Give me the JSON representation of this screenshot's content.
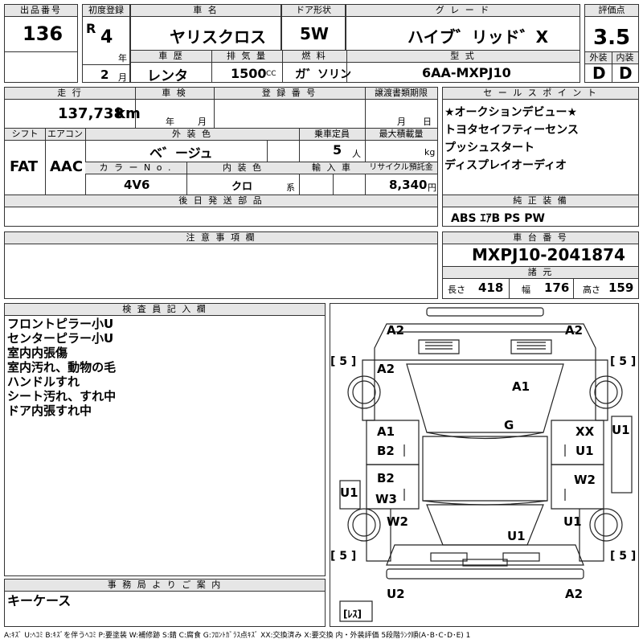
{
  "top": {
    "lot_label": "出品番号",
    "lot": "136",
    "first_reg_label": "初度登録",
    "era": "R",
    "year": "4",
    "year_unit": "年",
    "month": "2",
    "month_unit": "月",
    "name_label": "車 名",
    "name": "ヤリスクロス",
    "door_label": "ドア形状",
    "door": "5W",
    "grade_label": "グ レ ー ド",
    "grade": "ハイブ゛リッド゛X",
    "score_label": "評価点",
    "score": "3.5",
    "history_label": "車 歴",
    "history": "レンタ",
    "disp_label": "排 気 量",
    "disp": "1500",
    "disp_unit": "CC",
    "fuel_label": "燃 料",
    "fuel": "ガ゛ソリン",
    "model_label": "型 式",
    "model": "6AA-MXPJ10",
    "ext_label": "外装",
    "ext": "D",
    "int_label": "内装",
    "int": "D"
  },
  "row2": {
    "mileage_label": "走 行",
    "mileage": "137,738",
    "mileage_unit": "km",
    "inspect_label": "車 検",
    "inspect_year": "年",
    "inspect_month": "月",
    "regno_label": "登 録 番 号",
    "transfer_label": "譲渡書類期限",
    "transfer_month": "月",
    "transfer_day": "日",
    "shift_label": "シフト",
    "shift": "FAT",
    "ac_label": "エアコン",
    "ac": "AAC",
    "color_label": "外 装 色",
    "color": "ベ゛ージュ",
    "seats_label": "乗車定員",
    "seats": "5",
    "seats_unit": "人",
    "load_label": "最大積載量",
    "load_unit": "kg",
    "colorno_label": "カ ラ ー N o .",
    "colorno": "4V6",
    "intcolor_label": "内 装 色",
    "intcolor": "クロ",
    "intcolor_unit": "系",
    "import_label": "輸 入 車",
    "recycle_label": "リサイクル預託金",
    "recycle": "8,340",
    "recycle_unit": "円",
    "later_label": "後 日 発 送 部 品"
  },
  "sales": {
    "label": "セ ー ル ス ポ イ ン ト",
    "points": [
      "★オークションデビュー★",
      "トヨタセイフティーセンス",
      "プッシュスタート",
      "ディスプレイオーディオ"
    ]
  },
  "equip": {
    "label": "純 正 装 備",
    "value": "ABS ｴｱB PS PW"
  },
  "caution": {
    "label": "注 意 事 項 欄"
  },
  "chassis": {
    "label": "車 台 番 号",
    "value": "MXPJ10-2041874",
    "dims_label": "諸 元",
    "len_label": "長さ",
    "len": "418",
    "wid_label": "幅",
    "wid": "176",
    "hgt_label": "高さ",
    "hgt": "159"
  },
  "inspector": {
    "label": "検 査 員 記 入 欄",
    "notes": [
      "フロントピラー小U",
      "センターピラー小U",
      "室内内張傷",
      "室内汚れ、動物の毛",
      "ハンドルすれ",
      "シート汚れ、すれ中",
      "ドア内張すれ中"
    ]
  },
  "office": {
    "label": "事 務 局 よ り ご 案 内",
    "value": "キーケース"
  },
  "diagram": {
    "tyre_marks": [
      "[ 5 ]",
      "[ 5 ]",
      "[ 5 ]",
      "[ 5 ]"
    ],
    "spare": "[ﾚｽ]",
    "damage": [
      "A2",
      "A2",
      "A2",
      "A1",
      "G",
      "A1",
      "B2",
      "XX",
      "U1",
      "U1",
      "B2",
      "W3",
      "W2",
      "U1",
      "W2",
      "U1",
      "U1",
      "U2",
      "A2"
    ]
  },
  "legend": "A:ｷｽﾞ U:ﾍｺﾐ B:ｷｽﾞを伴うﾍｺﾐ P:要塗装 W:補修跡 S:錆 C:腐食 G:ﾌﾛﾝﾄｶﾞﾗｽ点ｷｽﾞ XX:交換済み X:要交換 内・外装評価 5段階ﾗﾝｸ順(A･B･C･D･E) 1"
}
